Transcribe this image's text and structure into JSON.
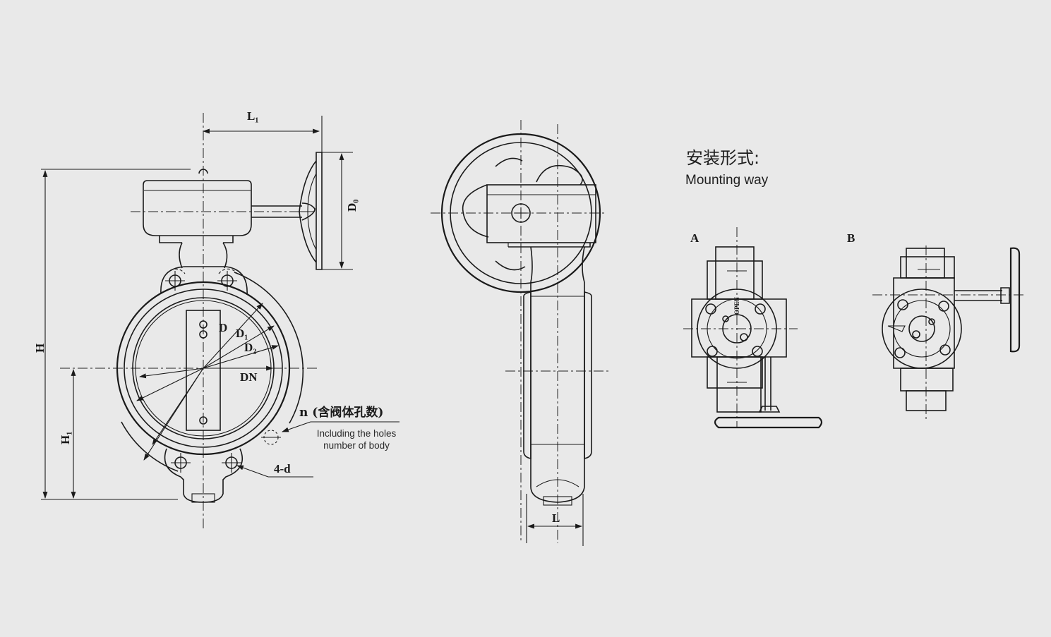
{
  "front_view": {
    "labels": {
      "L1": "L₁",
      "D0": "D₀",
      "H": "H",
      "H1": "H₁",
      "D": "D",
      "D1": "D₁",
      "D2": "D₂",
      "DN": "DN",
      "four_d": "4-d"
    },
    "note": {
      "cn": "n (含阀体孔数)",
      "en_line1": "Including the holes",
      "en_line2": "number of body"
    }
  },
  "side_view": {
    "labels": {
      "L": "L"
    }
  },
  "mounting": {
    "title_cn": "安装形式:",
    "title_en": "Mounting way",
    "a_label": "A",
    "b_label": "B",
    "open_text": "OPEN"
  }
}
